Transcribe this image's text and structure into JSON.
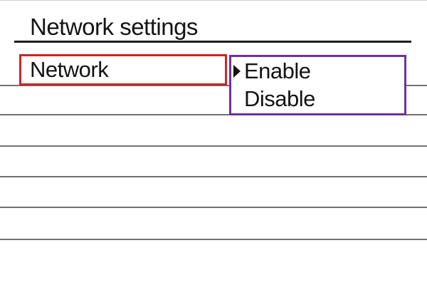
{
  "screen": {
    "title": "Network settings"
  },
  "menu": {
    "items": [
      {
        "label": "Network",
        "selected": true
      }
    ]
  },
  "popup": {
    "cursor_icon": "right-triangle",
    "options": [
      {
        "label": "Enable",
        "has_cursor": true
      },
      {
        "label": "Disable",
        "has_cursor": false
      }
    ]
  },
  "colors": {
    "selection-red": "#c92626",
    "popup-purple": "#7030a0",
    "separator-gray": "#717171",
    "underline-black": "#1f1f1f",
    "text": "#141414"
  }
}
